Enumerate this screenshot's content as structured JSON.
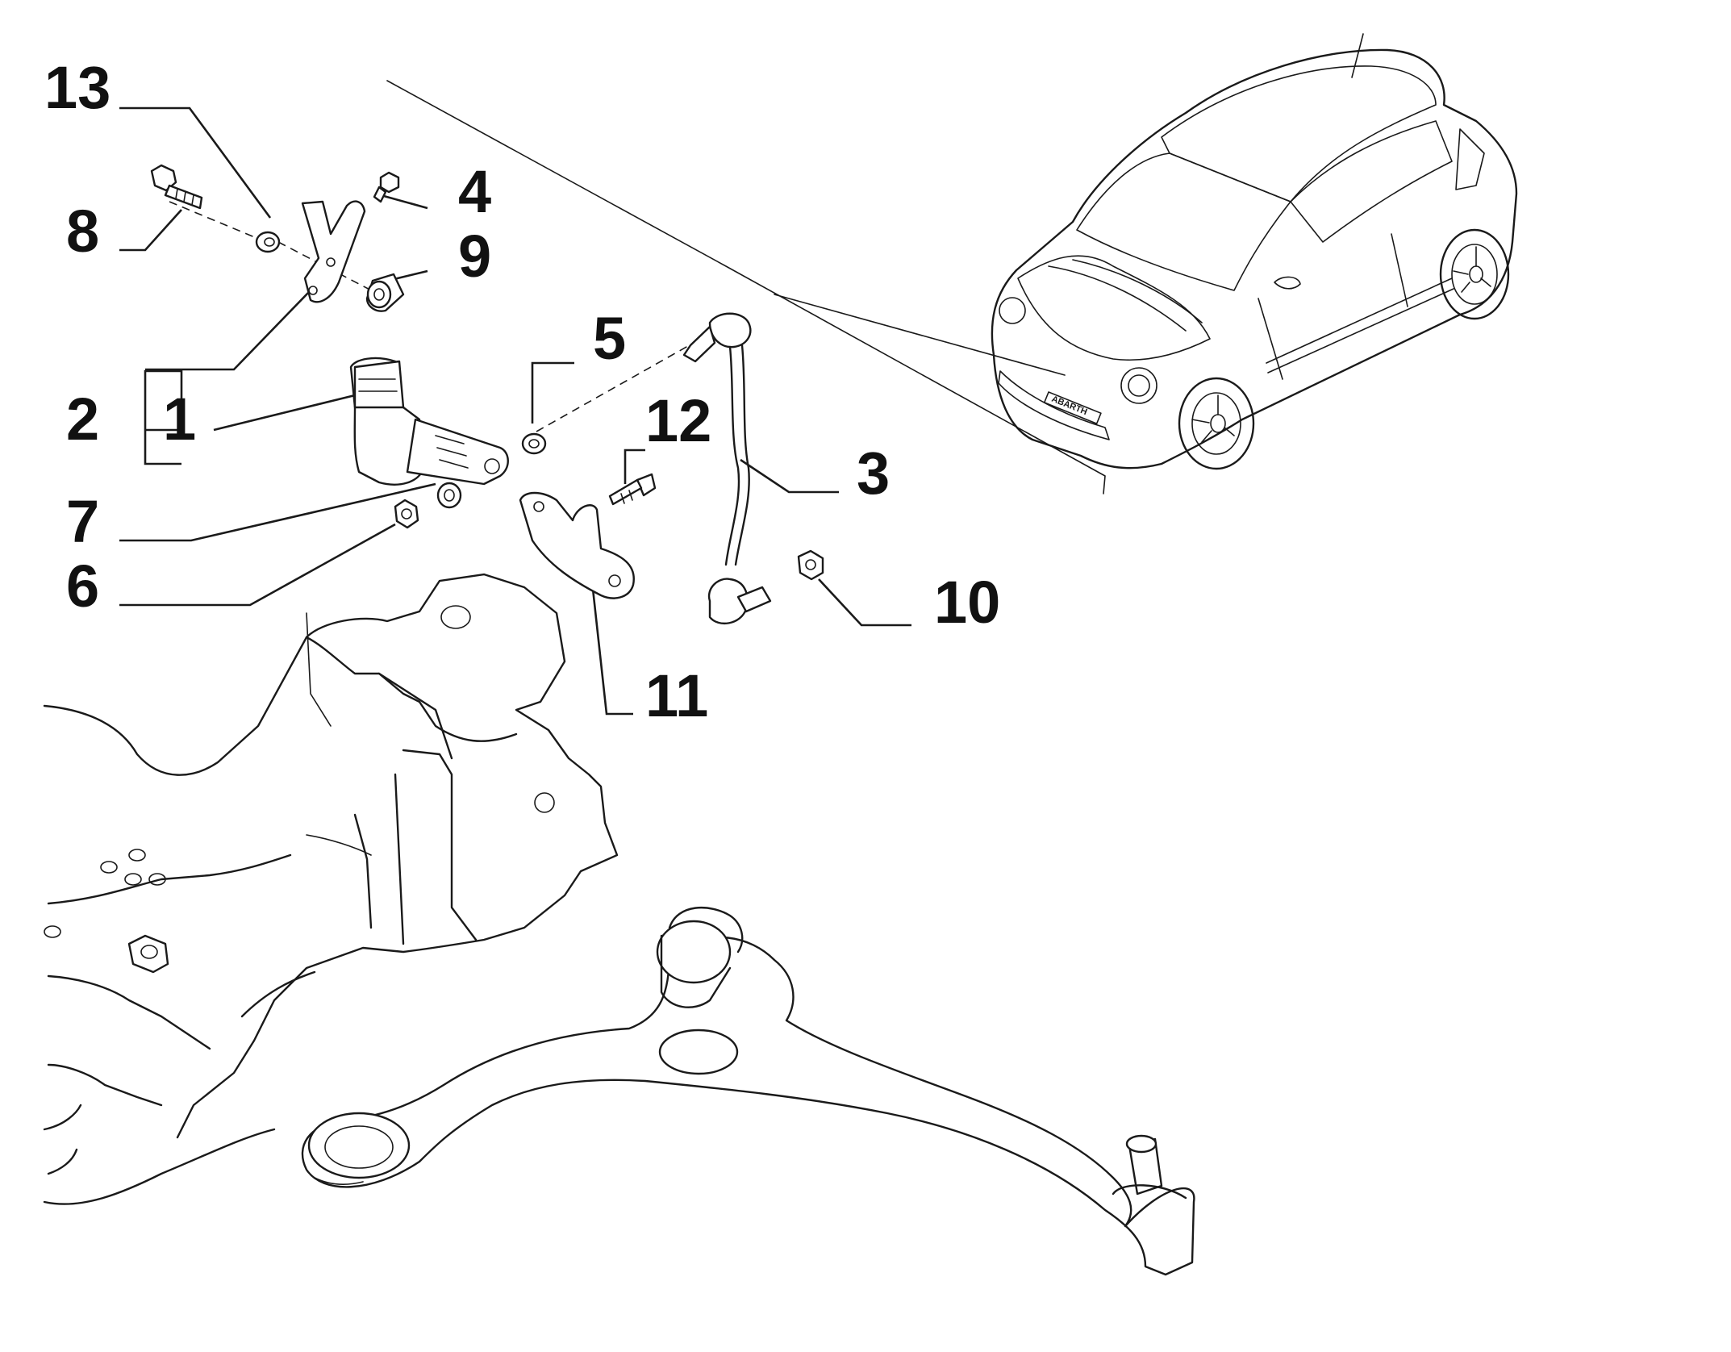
{
  "callouts": {
    "c1": "1",
    "c2": "2",
    "c3": "3",
    "c4": "4",
    "c5": "5",
    "c6": "6",
    "c7": "7",
    "c8": "8",
    "c9": "9",
    "c10": "10",
    "c11": "11",
    "c12": "12",
    "c13": "13"
  },
  "vehicle_badge": "ABARTH"
}
